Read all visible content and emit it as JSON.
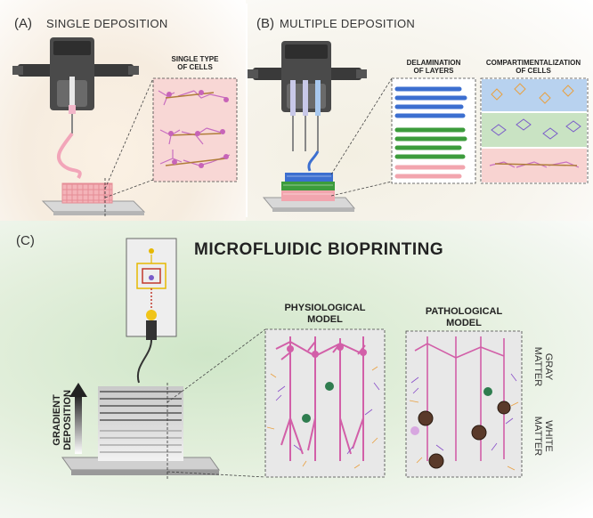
{
  "panel_a": {
    "letter": "(A)",
    "title": "SINGLE DEPOSITION",
    "inset_title_line1": "SINGLE TYPE",
    "inset_title_line2": "OF CELLS"
  },
  "panel_b": {
    "letter": "(B)",
    "title": "MULTIPLE DEPOSITION",
    "inset1_title_line1": "DELAMINATION",
    "inset1_title_line2": "OF LAYERS",
    "inset2_title_line1": "COMPARTIMENTALIZATION",
    "inset2_title_line2": "OF CELLS"
  },
  "panel_c": {
    "letter": "(C)",
    "title": "MICROFLUIDIC BIOPRINTING",
    "physio_line1": "PHYSIOLOGICAL",
    "physio_line2": "MODEL",
    "patho_line1": "PATHOLOGICAL",
    "patho_line2": "MODEL",
    "gray_line1": "GRAY",
    "gray_line2": "MATTER",
    "white_line1": "WHITE",
    "white_line2": "MATTER",
    "gradient_line1": "GRADIENT",
    "gradient_line2": "DEPOSITION"
  },
  "colors": {
    "neuron_pink": "#d25fa8",
    "astro_purple": "#8a4fc9",
    "astro_orange": "#e9a040",
    "layer_blue": "#3c6fd0",
    "layer_green": "#3c9c3c",
    "layer_pink": "#f2a5ae",
    "printer_dark": "#3a3a3a"
  }
}
